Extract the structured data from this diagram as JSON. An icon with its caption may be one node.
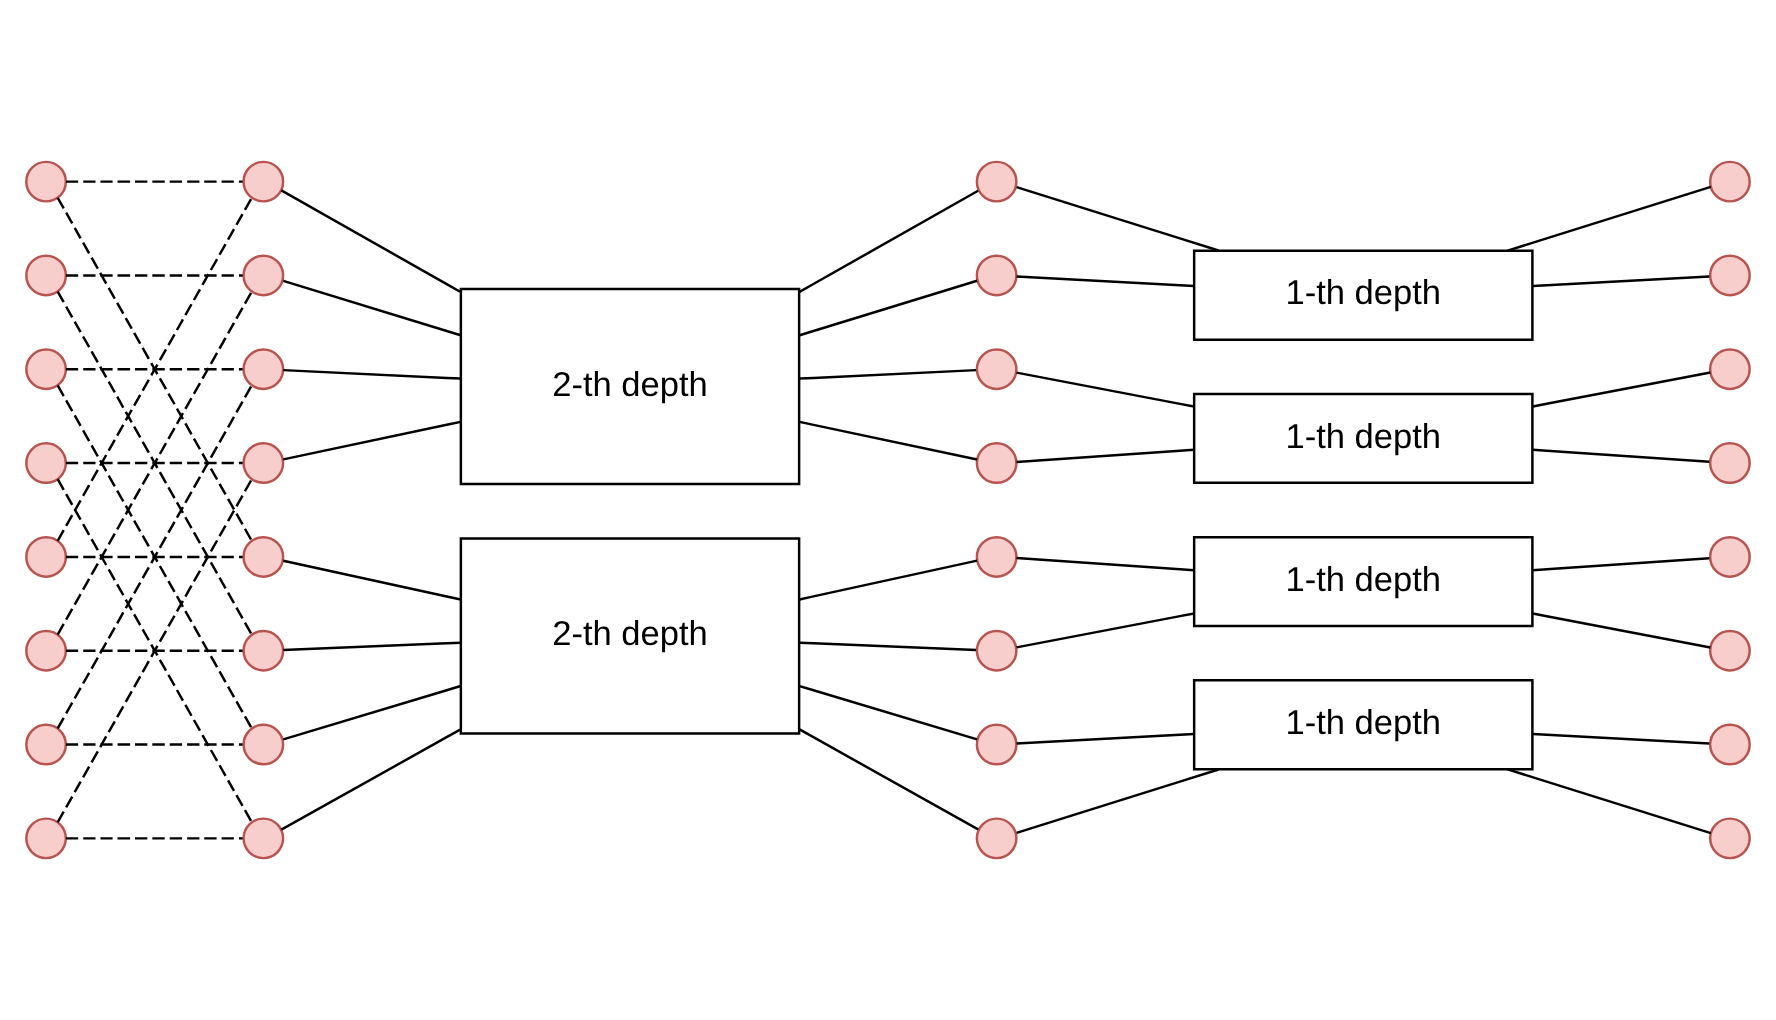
{
  "diagram": {
    "nodes": [
      {
        "text": [],
        "shape": "circle"
      },
      {
        "text": [],
        "shape": "circle"
      },
      {
        "text": [],
        "shape": "circle"
      },
      {
        "text": [],
        "shape": "circle"
      },
      {
        "text": [],
        "shape": "circle"
      },
      {
        "text": [],
        "shape": "circle"
      },
      {
        "text": [],
        "shape": "circle"
      },
      {
        "text": [],
        "shape": "circle"
      },
      {
        "text": [],
        "shape": "circle"
      },
      {
        "text": [],
        "shape": "circle"
      },
      {
        "text": [],
        "shape": "circle"
      },
      {
        "text": [],
        "shape": "circle"
      },
      {
        "text": [],
        "shape": "circle"
      },
      {
        "text": [],
        "shape": "circle"
      },
      {
        "text": [],
        "shape": "circle"
      },
      {
        "text": [],
        "shape": "circle"
      },
      {
        "text": [
          "2-th depth"
        ]
      },
      {
        "text": [
          "2-th depth"
        ]
      },
      {
        "text": [],
        "shape": "circle"
      },
      {
        "text": [],
        "shape": "circle"
      },
      {
        "text": [],
        "shape": "circle"
      },
      {
        "text": [],
        "shape": "circle"
      },
      {
        "text": [],
        "shape": "circle"
      },
      {
        "text": [],
        "shape": "circle"
      },
      {
        "text": [],
        "shape": "circle"
      },
      {
        "text": [],
        "shape": "circle"
      },
      {
        "text": [
          "1-th depth"
        ]
      },
      {
        "text": [
          "1-th depth"
        ]
      },
      {
        "text": [
          "1-th depth"
        ]
      },
      {
        "text": [
          "1-th depth"
        ]
      },
      {
        "text": [],
        "shape": "circle"
      },
      {
        "text": [],
        "shape": "circle"
      },
      {
        "text": [],
        "shape": "circle"
      },
      {
        "text": [],
        "shape": "circle"
      },
      {
        "text": [],
        "shape": "circle"
      },
      {
        "text": [],
        "shape": "circle"
      },
      {
        "text": [],
        "shape": "circle"
      },
      {
        "text": [],
        "shape": "circle"
      }
    ],
    "edges": [
      {
        "from": 0,
        "to": 8,
        "arrow": "none",
        "style": "dashed"
      },
      {
        "from": 0,
        "to": 12,
        "arrow": "none",
        "style": "dashed"
      },
      {
        "from": 1,
        "to": 9,
        "arrow": "none",
        "style": "dashed"
      },
      {
        "from": 1,
        "to": 13,
        "arrow": "none",
        "style": "dashed"
      },
      {
        "from": 2,
        "to": 10,
        "arrow": "none",
        "style": "dashed"
      },
      {
        "from": 2,
        "to": 14,
        "arrow": "none",
        "style": "dashed"
      },
      {
        "from": 3,
        "to": 11,
        "arrow": "none",
        "style": "dashed"
      },
      {
        "from": 3,
        "to": 15,
        "arrow": "none",
        "style": "dashed"
      },
      {
        "from": 4,
        "to": 12,
        "arrow": "none",
        "style": "dashed"
      },
      {
        "from": 4,
        "to": 8,
        "arrow": "none",
        "style": "dashed"
      },
      {
        "from": 5,
        "to": 13,
        "arrow": "none",
        "style": "dashed"
      },
      {
        "from": 5,
        "to": 9,
        "arrow": "none",
        "style": "dashed"
      },
      {
        "from": 6,
        "to": 14,
        "arrow": "none",
        "style": "dashed"
      },
      {
        "from": 6,
        "to": 10,
        "arrow": "none",
        "style": "dashed"
      },
      {
        "from": 7,
        "to": 15,
        "arrow": "none",
        "style": "dashed"
      },
      {
        "from": 7,
        "to": 11,
        "arrow": "none",
        "style": "dashed"
      },
      {
        "from": 8,
        "to": 16,
        "arrow": "none"
      },
      {
        "from": 9,
        "to": 16,
        "arrow": "none"
      },
      {
        "from": 10,
        "to": 16,
        "arrow": "none"
      },
      {
        "from": 11,
        "to": 16,
        "arrow": "none"
      },
      {
        "from": 12,
        "to": 17,
        "arrow": "none"
      },
      {
        "from": 13,
        "to": 17,
        "arrow": "none"
      },
      {
        "from": 14,
        "to": 17,
        "arrow": "none"
      },
      {
        "from": 15,
        "to": 17,
        "arrow": "none"
      },
      {
        "from": 16,
        "to": 18,
        "arrow": "none"
      },
      {
        "from": 16,
        "to": 19,
        "arrow": "none"
      },
      {
        "from": 16,
        "to": 20,
        "arrow": "none"
      },
      {
        "from": 16,
        "to": 21,
        "arrow": "none"
      },
      {
        "from": 17,
        "to": 22,
        "arrow": "none"
      },
      {
        "from": 17,
        "to": 23,
        "arrow": "none"
      },
      {
        "from": 17,
        "to": 24,
        "arrow": "none"
      },
      {
        "from": 17,
        "to": 25,
        "arrow": "none"
      },
      {
        "from": 18,
        "to": 26,
        "arrow": "none"
      },
      {
        "from": 19,
        "to": 26,
        "arrow": "none"
      },
      {
        "from": 20,
        "to": 27,
        "arrow": "none"
      },
      {
        "from": 21,
        "to": 27,
        "arrow": "none"
      },
      {
        "from": 22,
        "to": 28,
        "arrow": "none"
      },
      {
        "from": 23,
        "to": 28,
        "arrow": "none"
      },
      {
        "from": 24,
        "to": 29,
        "arrow": "none"
      },
      {
        "from": 25,
        "to": 29,
        "arrow": "none"
      },
      {
        "from": 26,
        "to": 30,
        "arrow": "none"
      },
      {
        "from": 26,
        "to": 31,
        "arrow": "none"
      },
      {
        "from": 27,
        "to": 32,
        "arrow": "none"
      },
      {
        "from": 27,
        "to": 33,
        "arrow": "none"
      },
      {
        "from": 28,
        "to": 34,
        "arrow": "none"
      },
      {
        "from": 28,
        "to": 35,
        "arrow": "none"
      },
      {
        "from": 29,
        "to": 36,
        "arrow": "none"
      },
      {
        "from": 29,
        "to": 37,
        "arrow": "none"
      }
    ]
  }
}
